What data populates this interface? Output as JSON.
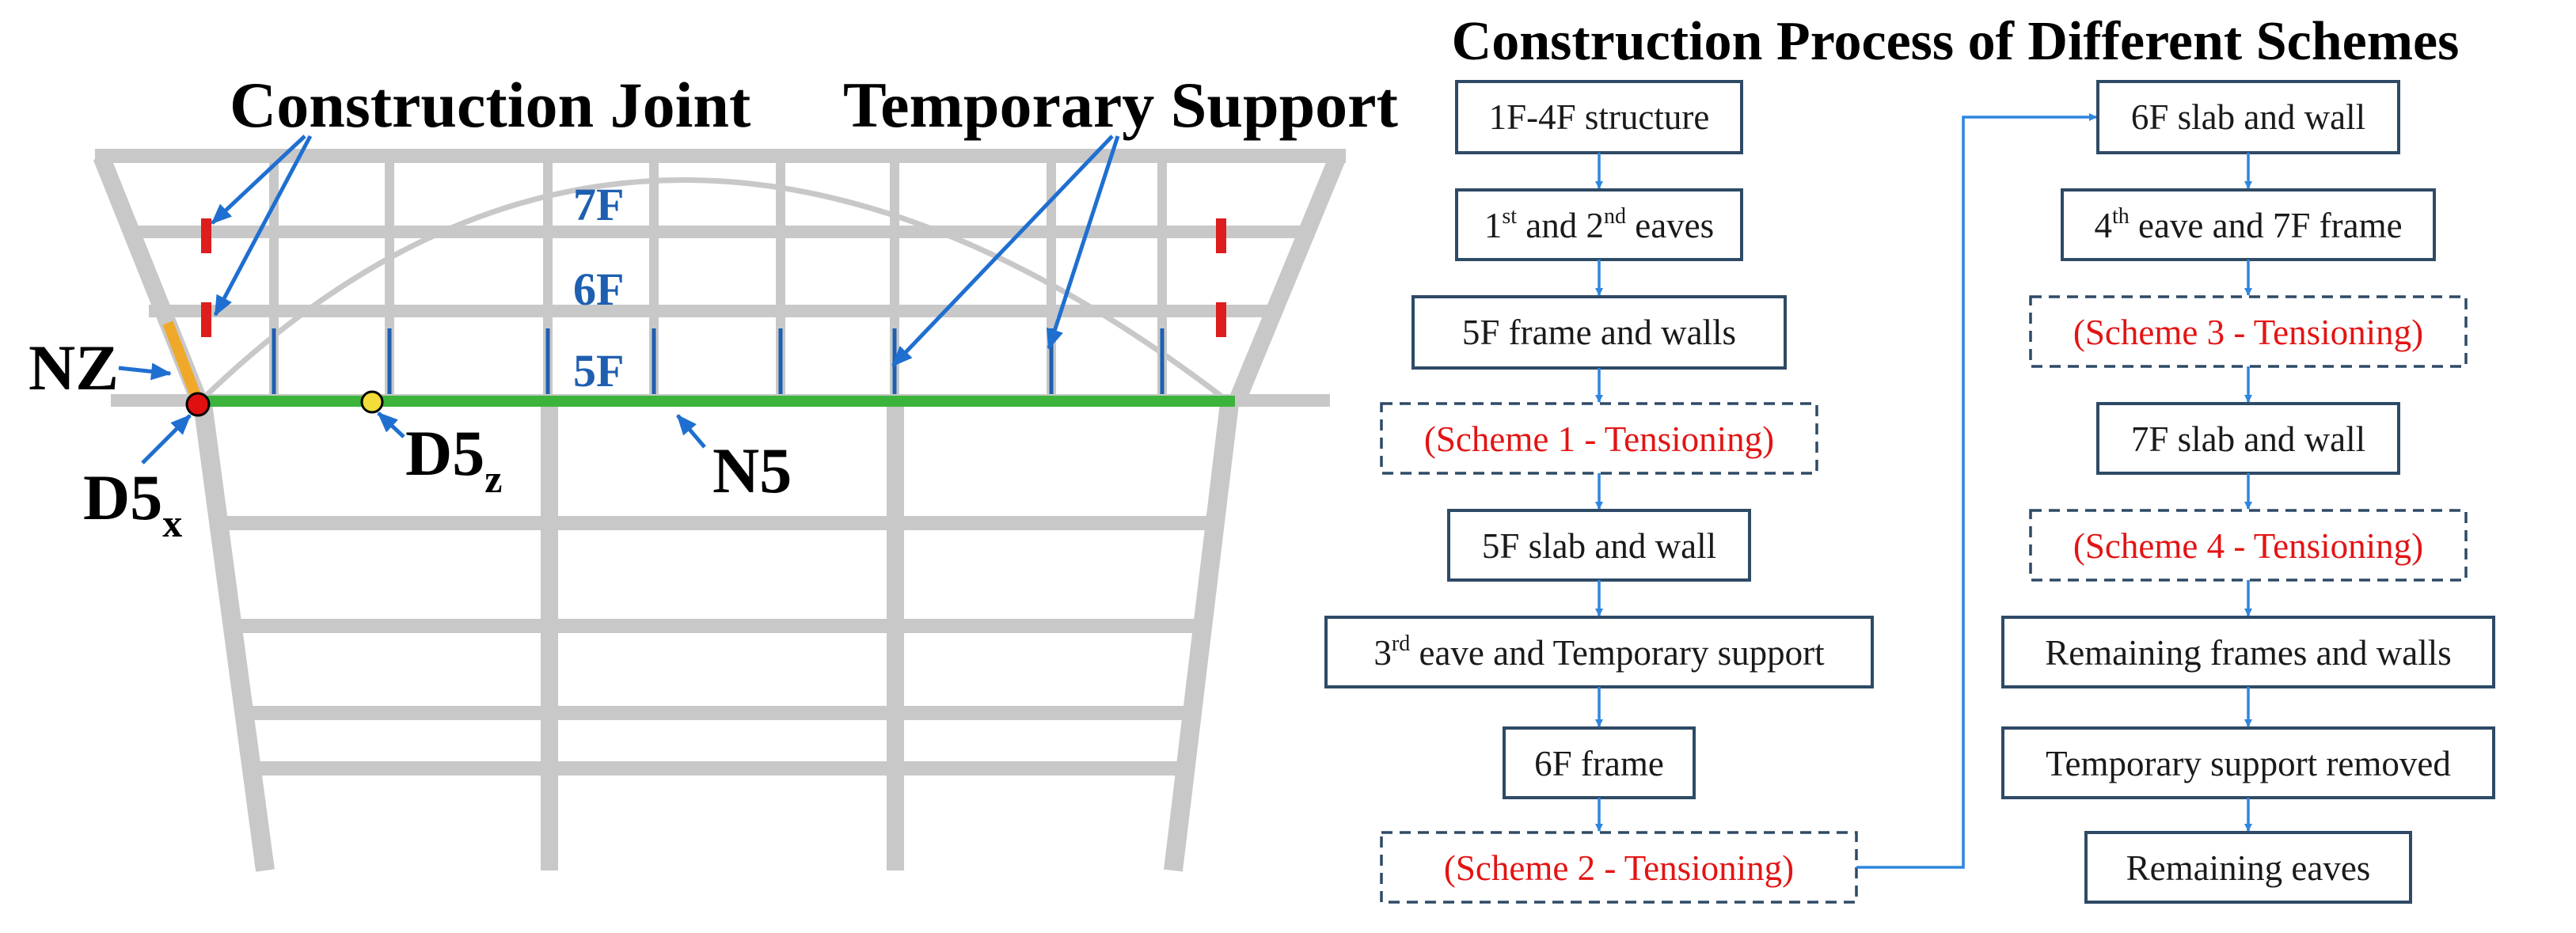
{
  "structure": {
    "labels": {
      "construction_joint": "Construction Joint",
      "temporary_support": "Temporary Support",
      "nz": "NZ",
      "d5x_main": "D5",
      "d5x_sub": "x",
      "d5z_main": "D5",
      "d5z_sub": "z",
      "n5": "N5",
      "floor_7f": "7F",
      "floor_6f": "6F",
      "floor_5f": "5F"
    },
    "colors": {
      "frame": "#c8c8c8",
      "arch": "#c8c8c8",
      "tension_member": "#3cb43c",
      "nz_member": "#f0a82a",
      "joint_marker": "#dc1e1e",
      "support_line": "#1f5fb0",
      "arrow": "#1f6fd0",
      "d5x_point": "#e01010",
      "d5z_point": "#f2dd3a"
    }
  },
  "flowchart": {
    "title": "Construction Process of Different Schemes",
    "left_column": [
      {
        "main": "1F-4F structure",
        "type": "step"
      },
      {
        "main": "1",
        "sup": "st",
        "mid": " and 2",
        "sup2": "nd",
        "tail": " eaves",
        "type": "step"
      },
      {
        "main": "5F frame and walls",
        "type": "step"
      },
      {
        "main": "(Scheme 1 - Tensioning)",
        "type": "scheme"
      },
      {
        "main": "5F slab and wall",
        "type": "step"
      },
      {
        "main": "3",
        "sup": "rd",
        "tail": " eave and Temporary support",
        "type": "step"
      },
      {
        "main": "6F frame",
        "type": "step"
      },
      {
        "main": "(Scheme 2 - Tensioning)",
        "type": "scheme"
      }
    ],
    "right_column": [
      {
        "main": "6F slab and wall",
        "type": "step"
      },
      {
        "main": "4",
        "sup": "th",
        "tail": " eave and 7F frame",
        "type": "step"
      },
      {
        "main": "(Scheme 3 - Tensioning)",
        "type": "scheme"
      },
      {
        "main": "7F slab and wall",
        "type": "step"
      },
      {
        "main": "(Scheme 4 - Tensioning)",
        "type": "scheme"
      },
      {
        "main": "Remaining frames and walls",
        "type": "step"
      },
      {
        "main": "Temporary support removed",
        "type": "step"
      },
      {
        "main": "Remaining eaves",
        "type": "step"
      }
    ],
    "colors": {
      "box_border": "#2e4a66",
      "connector": "#2e86de",
      "scheme_text": "#e31414"
    }
  }
}
